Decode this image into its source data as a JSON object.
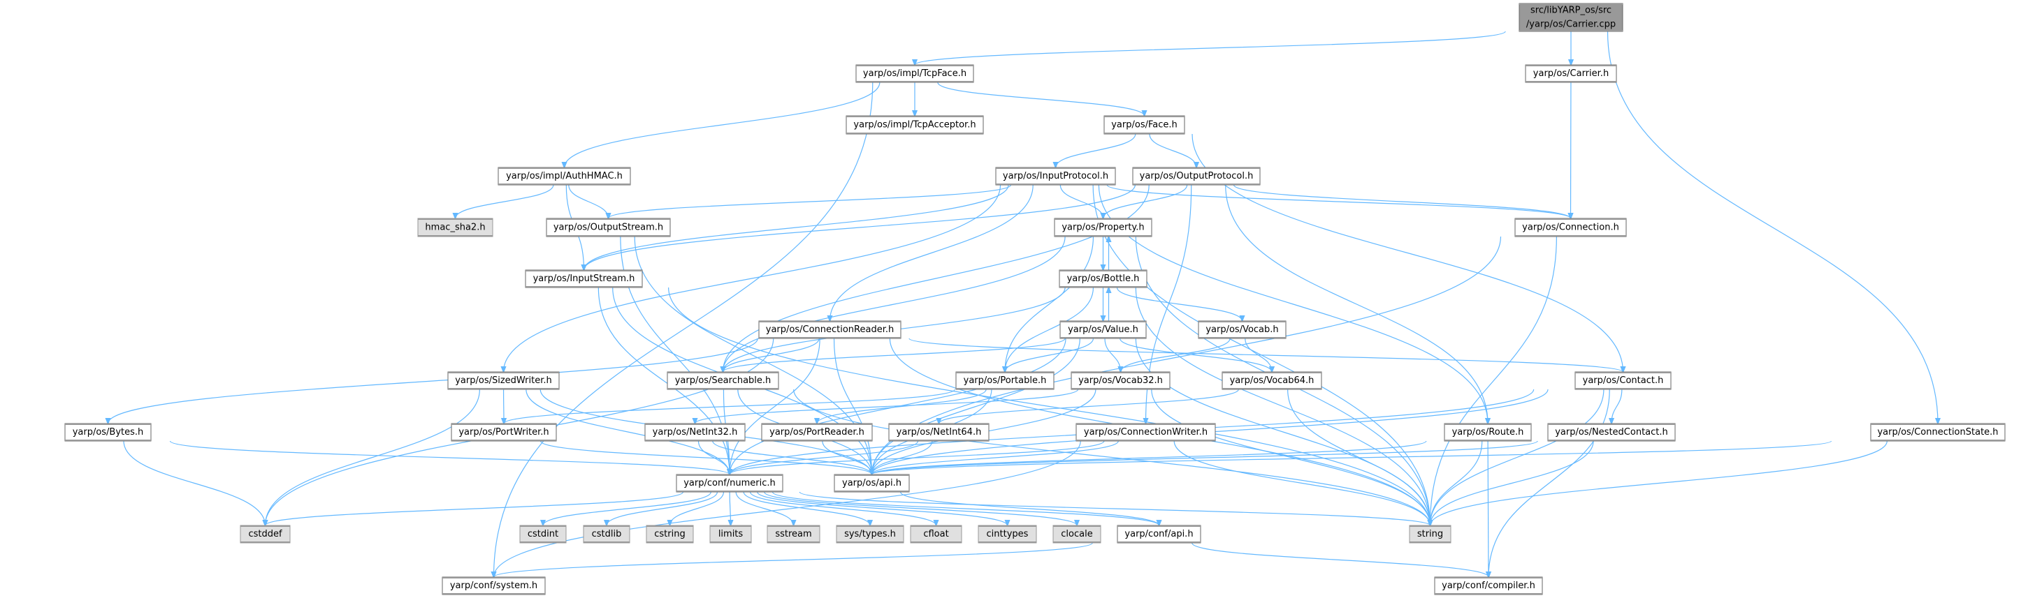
{
  "colors": {
    "edge": "#63b8ff",
    "root_fill": "#999999",
    "external_fill": "#e0e0e0",
    "node_fill": "#ffffff"
  },
  "nodes": [
    {
      "id": "root",
      "kind": "root",
      "lines": [
        "src/libYARP_os/src",
        "/yarp/os/Carrier.cpp"
      ]
    },
    {
      "id": "tcpface",
      "lines": [
        "yarp/os/impl/TcpFace.h"
      ]
    },
    {
      "id": "carrierh",
      "lines": [
        "yarp/os/Carrier.h"
      ]
    },
    {
      "id": "tcpacceptor",
      "lines": [
        "yarp/os/impl/TcpAcceptor.h"
      ]
    },
    {
      "id": "face",
      "lines": [
        "yarp/os/Face.h"
      ]
    },
    {
      "id": "authhmac",
      "lines": [
        "yarp/os/impl/AuthHMAC.h"
      ]
    },
    {
      "id": "inputprotocol",
      "lines": [
        "yarp/os/InputProtocol.h"
      ]
    },
    {
      "id": "outputprotocol",
      "lines": [
        "yarp/os/OutputProtocol.h"
      ]
    },
    {
      "id": "hmac",
      "kind": "ext",
      "lines": [
        "hmac_sha2.h"
      ]
    },
    {
      "id": "outputstream",
      "lines": [
        "yarp/os/OutputStream.h"
      ]
    },
    {
      "id": "property",
      "lines": [
        "yarp/os/Property.h"
      ]
    },
    {
      "id": "connection",
      "lines": [
        "yarp/os/Connection.h"
      ]
    },
    {
      "id": "inputstream",
      "lines": [
        "yarp/os/InputStream.h"
      ]
    },
    {
      "id": "bottle",
      "lines": [
        "yarp/os/Bottle.h"
      ]
    },
    {
      "id": "connectionreader",
      "lines": [
        "yarp/os/ConnectionReader.h"
      ]
    },
    {
      "id": "value",
      "lines": [
        "yarp/os/Value.h"
      ]
    },
    {
      "id": "vocab",
      "lines": [
        "yarp/os/Vocab.h"
      ]
    },
    {
      "id": "sizedwriter",
      "lines": [
        "yarp/os/SizedWriter.h"
      ]
    },
    {
      "id": "searchable",
      "lines": [
        "yarp/os/Searchable.h"
      ]
    },
    {
      "id": "portable",
      "lines": [
        "yarp/os/Portable.h"
      ]
    },
    {
      "id": "vocab32",
      "lines": [
        "yarp/os/Vocab32.h"
      ]
    },
    {
      "id": "vocab64",
      "lines": [
        "yarp/os/Vocab64.h"
      ]
    },
    {
      "id": "contact",
      "lines": [
        "yarp/os/Contact.h"
      ]
    },
    {
      "id": "bytes",
      "lines": [
        "yarp/os/Bytes.h"
      ]
    },
    {
      "id": "portwriter",
      "lines": [
        "yarp/os/PortWriter.h"
      ]
    },
    {
      "id": "netint32",
      "lines": [
        "yarp/os/NetInt32.h"
      ]
    },
    {
      "id": "portreader",
      "lines": [
        "yarp/os/PortReader.h"
      ]
    },
    {
      "id": "netint64",
      "lines": [
        "yarp/os/NetInt64.h"
      ]
    },
    {
      "id": "connectionwriter",
      "lines": [
        "yarp/os/ConnectionWriter.h"
      ]
    },
    {
      "id": "route",
      "lines": [
        "yarp/os/Route.h"
      ]
    },
    {
      "id": "nestedcontact",
      "lines": [
        "yarp/os/NestedContact.h"
      ]
    },
    {
      "id": "connectionstate",
      "lines": [
        "yarp/os/ConnectionState.h"
      ]
    },
    {
      "id": "numeric",
      "lines": [
        "yarp/conf/numeric.h"
      ]
    },
    {
      "id": "osapi",
      "lines": [
        "yarp/os/api.h"
      ]
    },
    {
      "id": "cstddef",
      "kind": "ext",
      "lines": [
        "cstddef"
      ]
    },
    {
      "id": "cstdint",
      "kind": "ext",
      "lines": [
        "cstdint"
      ]
    },
    {
      "id": "cstdlib",
      "kind": "ext",
      "lines": [
        "cstdlib"
      ]
    },
    {
      "id": "cstring",
      "kind": "ext",
      "lines": [
        "cstring"
      ]
    },
    {
      "id": "limits",
      "kind": "ext",
      "lines": [
        "limits"
      ]
    },
    {
      "id": "sstream",
      "kind": "ext",
      "lines": [
        "sstream"
      ]
    },
    {
      "id": "systypes",
      "kind": "ext",
      "lines": [
        "sys/types.h"
      ]
    },
    {
      "id": "cfloat",
      "kind": "ext",
      "lines": [
        "cfloat"
      ]
    },
    {
      "id": "cinttypes",
      "kind": "ext",
      "lines": [
        "cinttypes"
      ]
    },
    {
      "id": "clocale",
      "kind": "ext",
      "lines": [
        "clocale"
      ]
    },
    {
      "id": "confapi",
      "lines": [
        "yarp/conf/api.h"
      ]
    },
    {
      "id": "string",
      "kind": "ext",
      "lines": [
        "string"
      ]
    },
    {
      "id": "system",
      "lines": [
        "yarp/conf/system.h"
      ]
    },
    {
      "id": "compiler",
      "lines": [
        "yarp/conf/compiler.h"
      ]
    }
  ],
  "edges": [
    [
      "root",
      "tcpface"
    ],
    [
      "root",
      "carrierh"
    ],
    [
      "root",
      "connectionstate"
    ],
    [
      "tcpface",
      "system"
    ],
    [
      "tcpface",
      "authhmac"
    ],
    [
      "tcpface",
      "tcpacceptor"
    ],
    [
      "tcpface",
      "face"
    ],
    [
      "carrierh",
      "connection"
    ],
    [
      "face",
      "inputprotocol"
    ],
    [
      "face",
      "outputprotocol"
    ],
    [
      "face",
      "contact"
    ],
    [
      "authhmac",
      "hmac"
    ],
    [
      "authhmac",
      "outputstream"
    ],
    [
      "authhmac",
      "inputstream"
    ],
    [
      "inputprotocol",
      "outputstream"
    ],
    [
      "inputprotocol",
      "inputstream"
    ],
    [
      "inputprotocol",
      "connectionreader"
    ],
    [
      "inputprotocol",
      "property"
    ],
    [
      "inputprotocol",
      "connection"
    ],
    [
      "inputprotocol",
      "sizedwriter"
    ],
    [
      "inputprotocol",
      "route"
    ],
    [
      "inputprotocol",
      "string"
    ],
    [
      "outputprotocol",
      "inputstream"
    ],
    [
      "outputprotocol",
      "property"
    ],
    [
      "outputprotocol",
      "connection"
    ],
    [
      "outputprotocol",
      "searchable"
    ],
    [
      "outputprotocol",
      "connectionwriter"
    ],
    [
      "outputprotocol",
      "route"
    ],
    [
      "property",
      "bottle"
    ],
    [
      "property",
      "portable"
    ],
    [
      "property",
      "searchable"
    ],
    [
      "property",
      "string"
    ],
    [
      "connection",
      "osapi"
    ],
    [
      "connection",
      "string"
    ],
    [
      "outputstream",
      "numeric"
    ],
    [
      "outputstream",
      "osapi"
    ],
    [
      "inputstream",
      "numeric"
    ],
    [
      "inputstream",
      "osapi"
    ],
    [
      "inputstream",
      "string"
    ],
    [
      "bottle",
      "property"
    ],
    [
      "bottle",
      "value"
    ],
    [
      "bottle",
      "vocab"
    ],
    [
      "bottle",
      "portable"
    ],
    [
      "bottle",
      "searchable"
    ],
    [
      "bottle",
      "string"
    ],
    [
      "value",
      "bottle"
    ],
    [
      "value",
      "portable"
    ],
    [
      "value",
      "vocab32"
    ],
    [
      "value",
      "vocab64"
    ],
    [
      "value",
      "searchable"
    ],
    [
      "value",
      "string"
    ],
    [
      "value",
      "osapi"
    ],
    [
      "value",
      "numeric"
    ],
    [
      "vocab",
      "vocab32"
    ],
    [
      "vocab",
      "vocab64"
    ],
    [
      "connectionreader",
      "bytes"
    ],
    [
      "connectionreader",
      "searchable"
    ],
    [
      "connectionreader",
      "contact"
    ],
    [
      "connectionreader",
      "osapi"
    ],
    [
      "connectionreader",
      "numeric"
    ],
    [
      "connectionreader",
      "cstddef"
    ],
    [
      "connectionreader",
      "string"
    ],
    [
      "sizedwriter",
      "portwriter"
    ],
    [
      "sizedwriter",
      "osapi"
    ],
    [
      "sizedwriter",
      "numeric"
    ],
    [
      "sizedwriter",
      "cstddef"
    ],
    [
      "searchable",
      "osapi"
    ],
    [
      "searchable",
      "numeric"
    ],
    [
      "searchable",
      "string"
    ],
    [
      "portable",
      "portwriter"
    ],
    [
      "portable",
      "portreader"
    ],
    [
      "portable",
      "osapi"
    ],
    [
      "vocab32",
      "netint32"
    ],
    [
      "vocab32",
      "osapi"
    ],
    [
      "vocab32",
      "string"
    ],
    [
      "vocab64",
      "netint64"
    ],
    [
      "vocab64",
      "string"
    ],
    [
      "contact",
      "nestedcontact"
    ],
    [
      "contact",
      "osapi"
    ],
    [
      "contact",
      "string"
    ],
    [
      "contact",
      "compiler"
    ],
    [
      "contact",
      "numeric"
    ],
    [
      "bytes",
      "numeric"
    ],
    [
      "bytes",
      "cstddef"
    ],
    [
      "portwriter",
      "osapi"
    ],
    [
      "netint32",
      "numeric"
    ],
    [
      "netint32",
      "osapi"
    ],
    [
      "portreader",
      "osapi"
    ],
    [
      "netint64",
      "numeric"
    ],
    [
      "netint64",
      "osapi"
    ],
    [
      "connectionwriter",
      "numeric"
    ],
    [
      "connectionwriter",
      "osapi"
    ],
    [
      "connectionwriter",
      "string"
    ],
    [
      "connectionwriter",
      "system"
    ],
    [
      "route",
      "osapi"
    ],
    [
      "route",
      "string"
    ],
    [
      "route",
      "compiler"
    ],
    [
      "nestedcontact",
      "osapi"
    ],
    [
      "nestedcontact",
      "string"
    ],
    [
      "connectionstate",
      "osapi"
    ],
    [
      "connectionstate",
      "string"
    ],
    [
      "numeric",
      "cstddef"
    ],
    [
      "numeric",
      "cstdint"
    ],
    [
      "numeric",
      "cstdlib"
    ],
    [
      "numeric",
      "cstring"
    ],
    [
      "numeric",
      "limits"
    ],
    [
      "numeric",
      "sstream"
    ],
    [
      "numeric",
      "systypes"
    ],
    [
      "numeric",
      "cfloat"
    ],
    [
      "numeric",
      "cinttypes"
    ],
    [
      "numeric",
      "clocale"
    ],
    [
      "numeric",
      "confapi"
    ],
    [
      "numeric",
      "string"
    ],
    [
      "osapi",
      "confapi"
    ],
    [
      "confapi",
      "system"
    ],
    [
      "confapi",
      "compiler"
    ]
  ]
}
